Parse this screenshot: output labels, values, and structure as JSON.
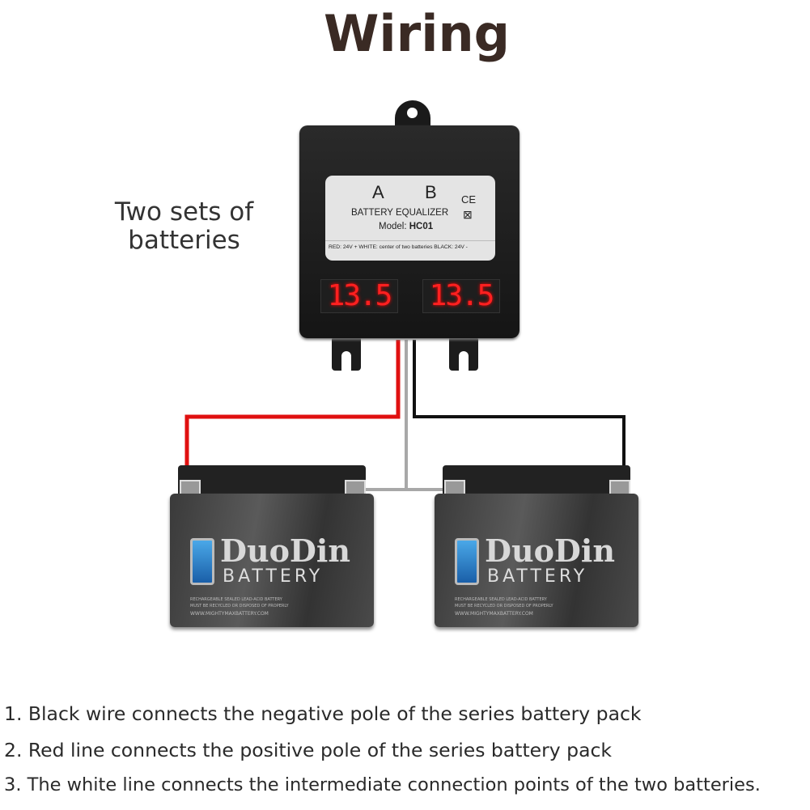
{
  "title": "Wiring",
  "side_label": [
    "Two sets of",
    "batteries"
  ],
  "device": {
    "label_a": "A",
    "label_b": "B",
    "ce_mark": "CE",
    "name": "BATTERY EQUALIZER",
    "model_prefix": "Model:",
    "model": "HC01",
    "legend": "RED: 24V +  WHITE: center of two batteries BLACK: 24V -",
    "display_a": "13.5",
    "display_b": "13.5"
  },
  "battery": {
    "brand": "DuoDin",
    "sub": "BATTERY",
    "fine1": "RECHARGEABLE SEALED LEAD-ACID BATTERY",
    "fine2": "MUST BE RECYCLED OR DISPOSED OF PROPERLY",
    "url": "WWW.MIGHTYMAXBATTERY.COM"
  },
  "colors": {
    "red_wire": "#e01010",
    "black_wire": "#111111",
    "white_wire": "#a8a8a8"
  },
  "notes": [
    "1. Black wire connects the negative pole of the series battery pack",
    "2. Red line connects the positive pole of the series battery pack",
    "3. The white line connects the intermediate connection points of the two batteries."
  ]
}
